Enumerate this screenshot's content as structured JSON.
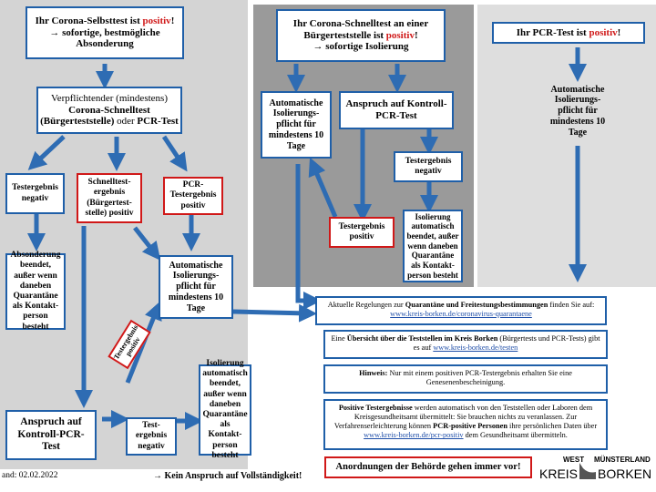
{
  "colors": {
    "arrow": "#2e6cb3",
    "box_border": "#1f5fa8",
    "red": "#d01818",
    "panel_left": "#d4d4d4",
    "panel_mid": "#9a9a9a",
    "panel_right": "#dedede"
  },
  "left": {
    "top": {
      "line1_pre": "Ihr Corona-Selbsttest ist ",
      "line1_pos": "positiv",
      "line1_post": "!",
      "line2": "→ sofortige, bestmögliche",
      "line3": "Absonderung"
    },
    "oblig": {
      "line1": "Verpflichtender (mindestens)",
      "line2": "Corona-Schnelltest",
      "line3_bold": "(Bürgerteststelle)",
      "line3_rest": " oder ",
      "line3_bold2": "PCR-Test"
    },
    "neg": "Testergebnis negativ",
    "quick_pos": "Schnelltest-ergebnis (Bürgertest-stelle) positiv",
    "pcr_pos": "PCR-Testergebnis positiv",
    "ended": "Absonderung beendet, außer wenn daneben Quarantäne als Kontakt-person besteht",
    "auto_iso": "Automatische Isolierungs-pflicht für mindestens 10 Tage",
    "rotated": "Testergebnis positiv",
    "claim": "Anspruch auf Kontroll-PCR-Test",
    "neg2": "Test-ergebnis negativ",
    "iso_end": "Isolierung automatisch beendet, außer wenn daneben Quarantäne als Kontakt-person besteht",
    "stand": "and: 02.02.2022",
    "disclaimer": "→ Kein Anspruch auf Vollständigkeit!"
  },
  "middle": {
    "top": {
      "line1": "Ihr Corona-Schnelltest an einer",
      "line2_pre": "Bürgerteststelle ist ",
      "line2_pos": "positiv",
      "line2_post": "!",
      "line3": "→ sofortige Isolierung"
    },
    "auto_iso": "Automatische Isolierungs-pflicht für mindestens 10 Tage",
    "claim": "Anspruch auf Kontroll-PCR-Test",
    "neg": "Testergebnis negativ",
    "pos": "Testergebnis positiv",
    "iso_end": "Isolierung automatisch beendet, außer wenn daneben Quarantäne als Kontakt-person besteht"
  },
  "right": {
    "top": {
      "pre": "Ihr PCR-Test ist ",
      "pos": "positiv",
      "post": "!"
    },
    "auto_iso": "Automatische Isolierungs-pflicht für mindestens 10 Tage"
  },
  "info": {
    "i1": {
      "a": "Aktuelle Regelungen zur ",
      "b": "Quarantäne und Freitestungsbestimmungen",
      "c": " finden Sie auf: ",
      "link": "www.kreis-borken.de/coronavirus-quarantaene"
    },
    "i2": {
      "a": "Eine ",
      "b": "Übersicht über die Teststellen im Kreis Borken",
      "c": " (Bürgertests und PCR-Tests) gibt es auf ",
      "link": "www.kreis-borken.de/testen"
    },
    "i3": {
      "b": "Hinweis:",
      "c": " Nur mit einem positiven PCR-Testergebnis erhalten Sie eine Genesenenbescheinigung."
    },
    "i4": {
      "b": "Positive Testergebnisse",
      "c": " werden automatisch von den Teststellen oder Laboren dem Kreisgesundheitsamt übermittelt: Sie brauchen nichts zu veranlassen.",
      "d": " Zur Verfahrenserleichterung können ",
      "e": "PCR-positive Personen",
      "f": " ihre persönlichen Daten über ",
      "link": "www.kreis-borken.de/pcr-positiv",
      "g": " dem Gesundheitsamt übermitteln."
    },
    "orders": "Anordnungen der Behörde gehen immer vor!"
  },
  "logo": {
    "west": "WEST",
    "muensterland": "MÜNSTERLAND",
    "kreis": "KREIS",
    "borken": "BORKEN"
  }
}
